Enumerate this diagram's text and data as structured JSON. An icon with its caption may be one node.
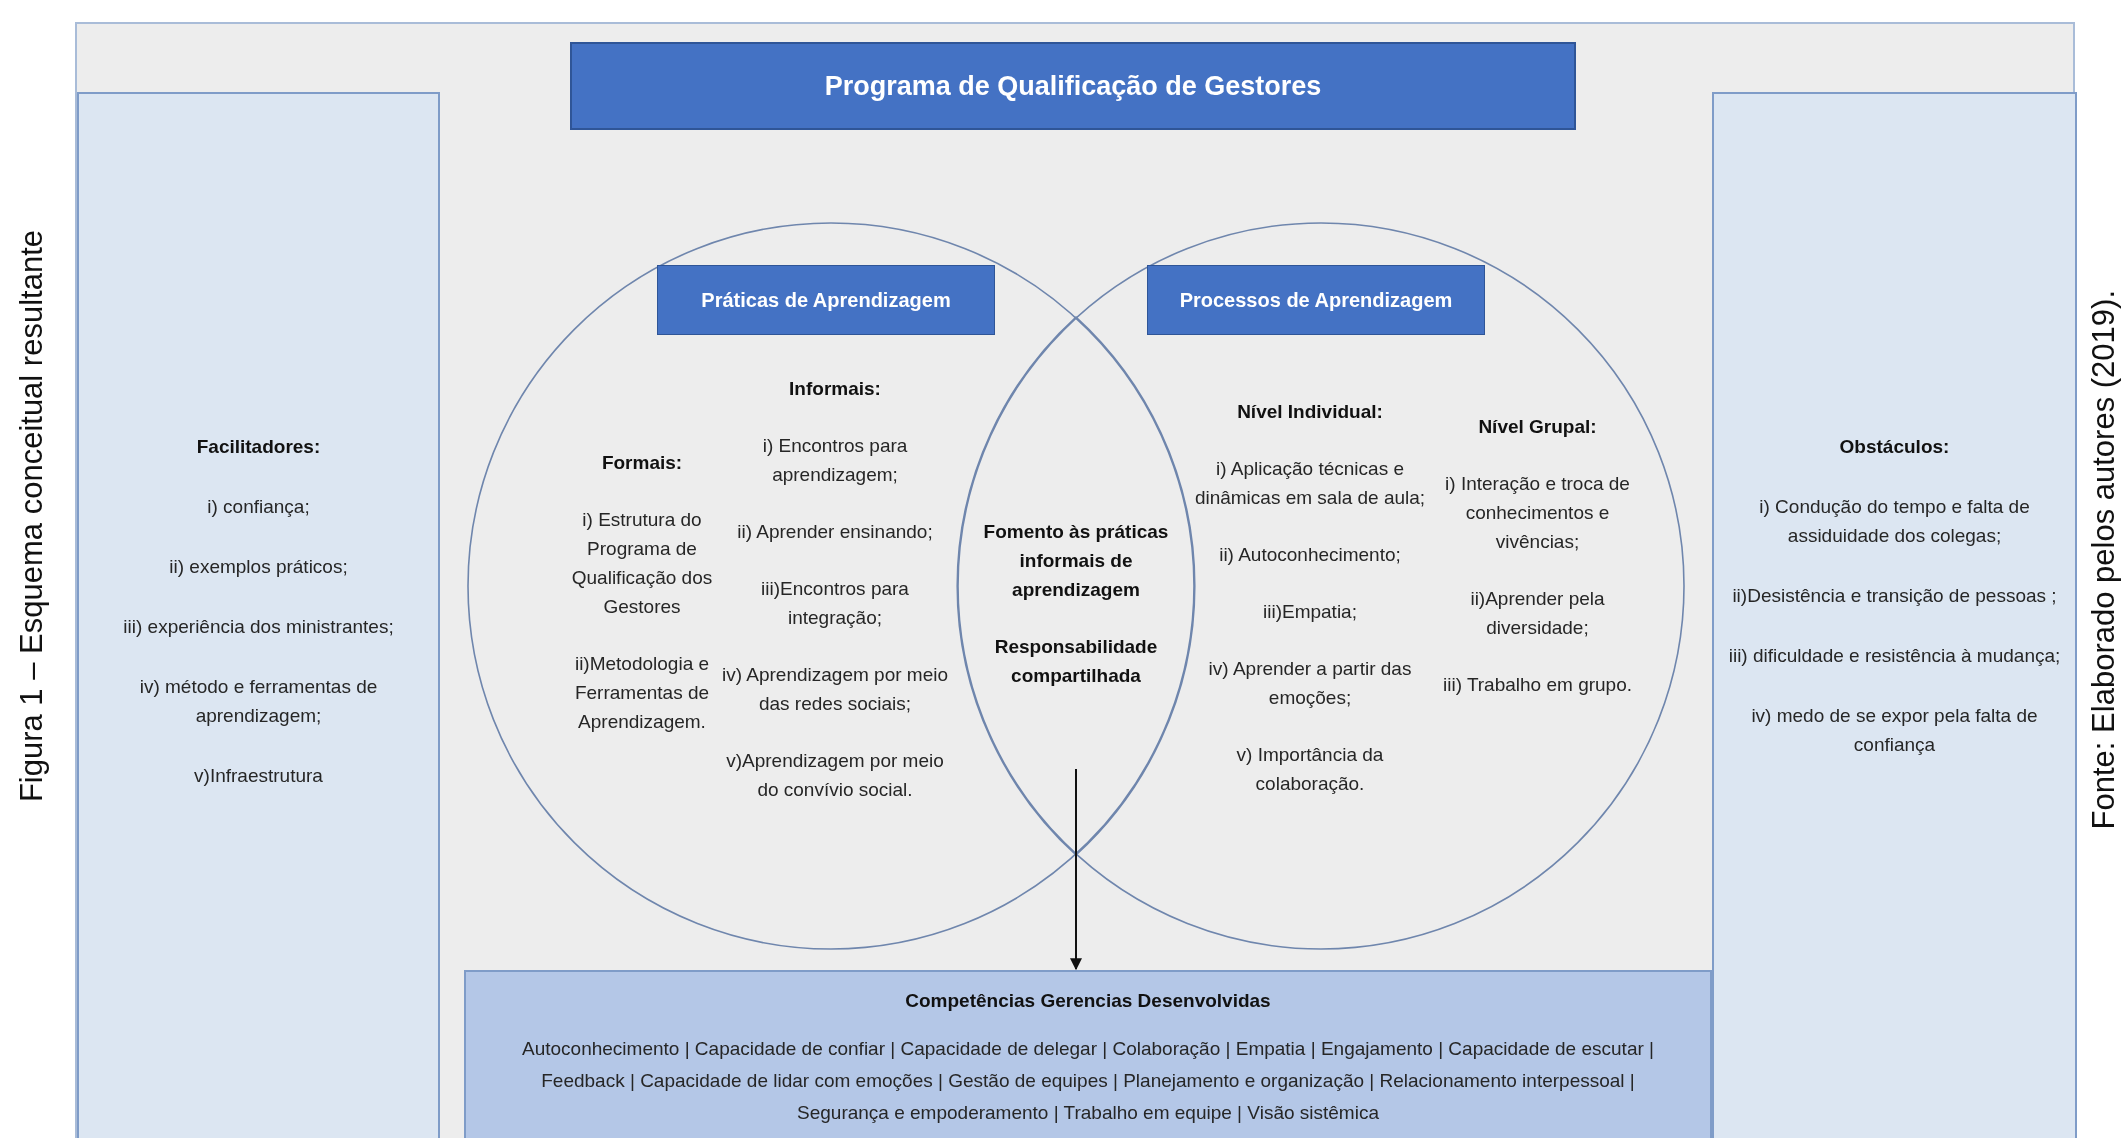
{
  "diagram": {
    "title": "Figura 1 – Esquema conceitual resultante",
    "caption": "Fonte: Elaborado pelos autores (2019).",
    "nodes": [
      {
        "text": [
          "Programa de Qualificação de Gestores"
        ]
      },
      {
        "text": [
          "Facilitadores:",
          "i) confiança;",
          "ii) exemplos práticos;",
          "iii) experiência dos ministrantes;",
          "iv) método e ferramentas de aprendizagem;",
          "v)Infraestrutura"
        ]
      },
      {
        "text": [
          "Formais:",
          "i) Estrutura do Programa de Qualificação dos Gestores",
          "ii)Metodologia e Ferramentas de Aprendizagem.",
          "Informais:",
          "i) Encontros para aprendizagem;",
          "ii) Aprender ensinando;",
          "iii)Encontros para integração;",
          "iv) Aprendizagem por meio das redes sociais;",
          "v)Aprendizagem por meio do convívio social."
        ]
      },
      {
        "text": [
          "Práticas de Aprendizagem"
        ],
        "in": 2
      },
      {
        "text": [
          "Nível Individual:",
          "i) Aplicação técnicas e dinâmicas em sala de aula;",
          "ii) Autoconhecimento;",
          "iii)Empatia;",
          "iv) Aprender a partir das emoções;",
          "v) Importância da colaboração.",
          "Nível Grupal:",
          "i) Interação e troca de conhecimentos e vivências;",
          "ii)Aprender pela diversidade;",
          "iii) Trabalho em grupo."
        ]
      },
      {
        "text": [
          "Processos de Aprendizagem"
        ],
        "in": 4
      },
      {
        "text": [
          "Fomento às práticas informais de aprendizagem",
          "Responsabilidade compartilhada"
        ]
      },
      {
        "text": [
          "Obstáculos:",
          "i) Condução do tempo e falta de assiduidade dos colegas;",
          "ii)Desistência e transição de pessoas ;",
          "iii) dificuldade e resistência à mudança;",
          "iv) medo de se expor pela falta de confiança"
        ]
      },
      {
        "text": [
          "Competências Gerencias Desenvolvidas",
          "Autoconhecimento | Capacidade de confiar | Capacidade de delegar | Colaboração | Empatia | Engajamento | Capacidade de escutar | Feedback | Capacidade de lidar com emoções | Gestão de equipes | Planejamento e organização | Relacionamento interpessoal | Segurança e empoderamento | Trabalho em equipe | Visão sistêmica"
        ]
      }
    ],
    "edges": [
      {
        "from": 6,
        "to": 8,
        "arrow": "to"
      }
    ]
  }
}
